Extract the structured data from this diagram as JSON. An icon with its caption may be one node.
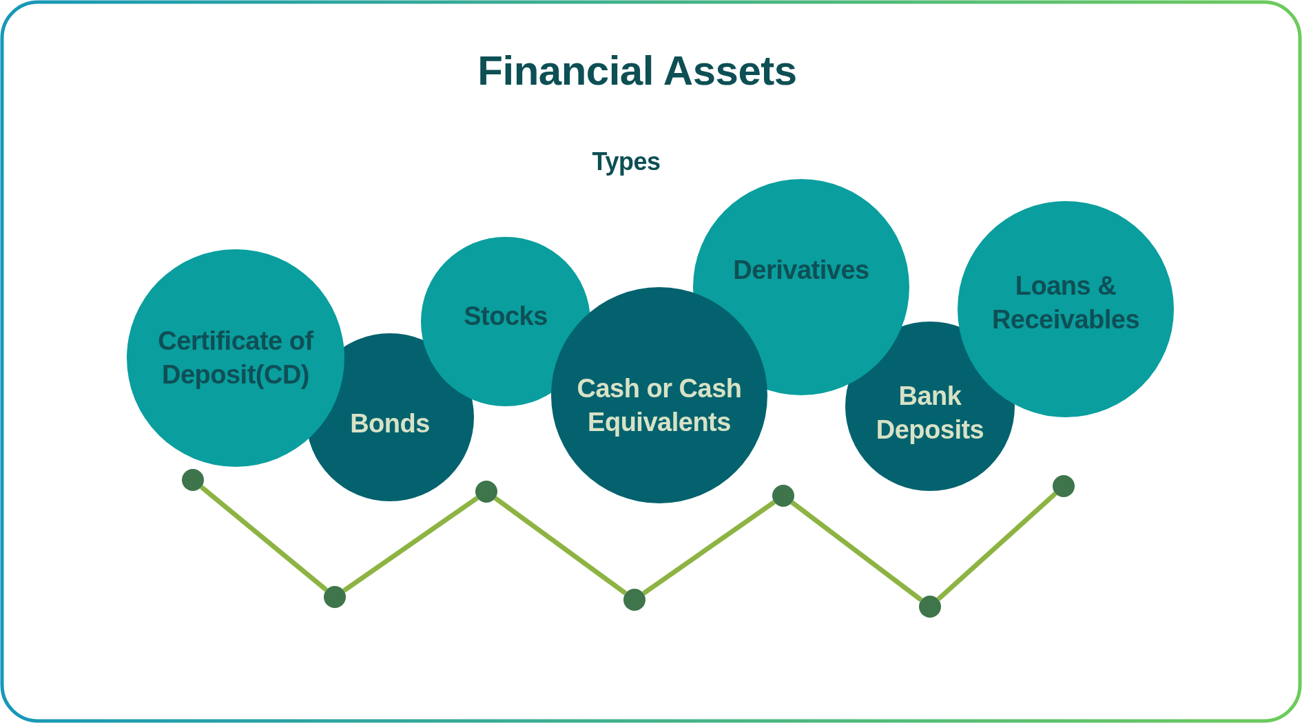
{
  "diagram": {
    "title": "Financial Assets",
    "nodes": [
      {
        "text": [
          "Certificate of Deposit(CD)"
        ]
      },
      {
        "text": [
          "Bonds"
        ]
      },
      {
        "text": [
          "Stocks"
        ]
      },
      {
        "text": [
          "Cash or Cash Equivalents"
        ]
      },
      {
        "text": [
          "Derivatives"
        ]
      },
      {
        "text": [
          "Bank Deposits"
        ]
      },
      {
        "text": [
          "Loans & Receivables"
        ]
      },
      {
        "text": [],
        "shape": "circle"
      },
      {
        "text": [],
        "shape": "circle"
      },
      {
        "text": [],
        "shape": "circle"
      },
      {
        "text": [],
        "shape": "circle"
      },
      {
        "text": [],
        "shape": "circle"
      },
      {
        "text": [],
        "shape": "circle"
      },
      {
        "text": [],
        "shape": "circle"
      }
    ],
    "edges": [
      {
        "from": 7,
        "to": 8,
        "arrow": "none"
      },
      {
        "from": 8,
        "to": 9,
        "arrow": "none"
      },
      {
        "from": 9,
        "to": 10,
        "arrow": "none"
      },
      {
        "from": 10,
        "to": 11,
        "arrow": "none"
      },
      {
        "from": 11,
        "to": 12,
        "arrow": "none"
      },
      {
        "from": 12,
        "to": 13,
        "arrow": "none"
      }
    ],
    "labels": [
      "Types"
    ]
  }
}
